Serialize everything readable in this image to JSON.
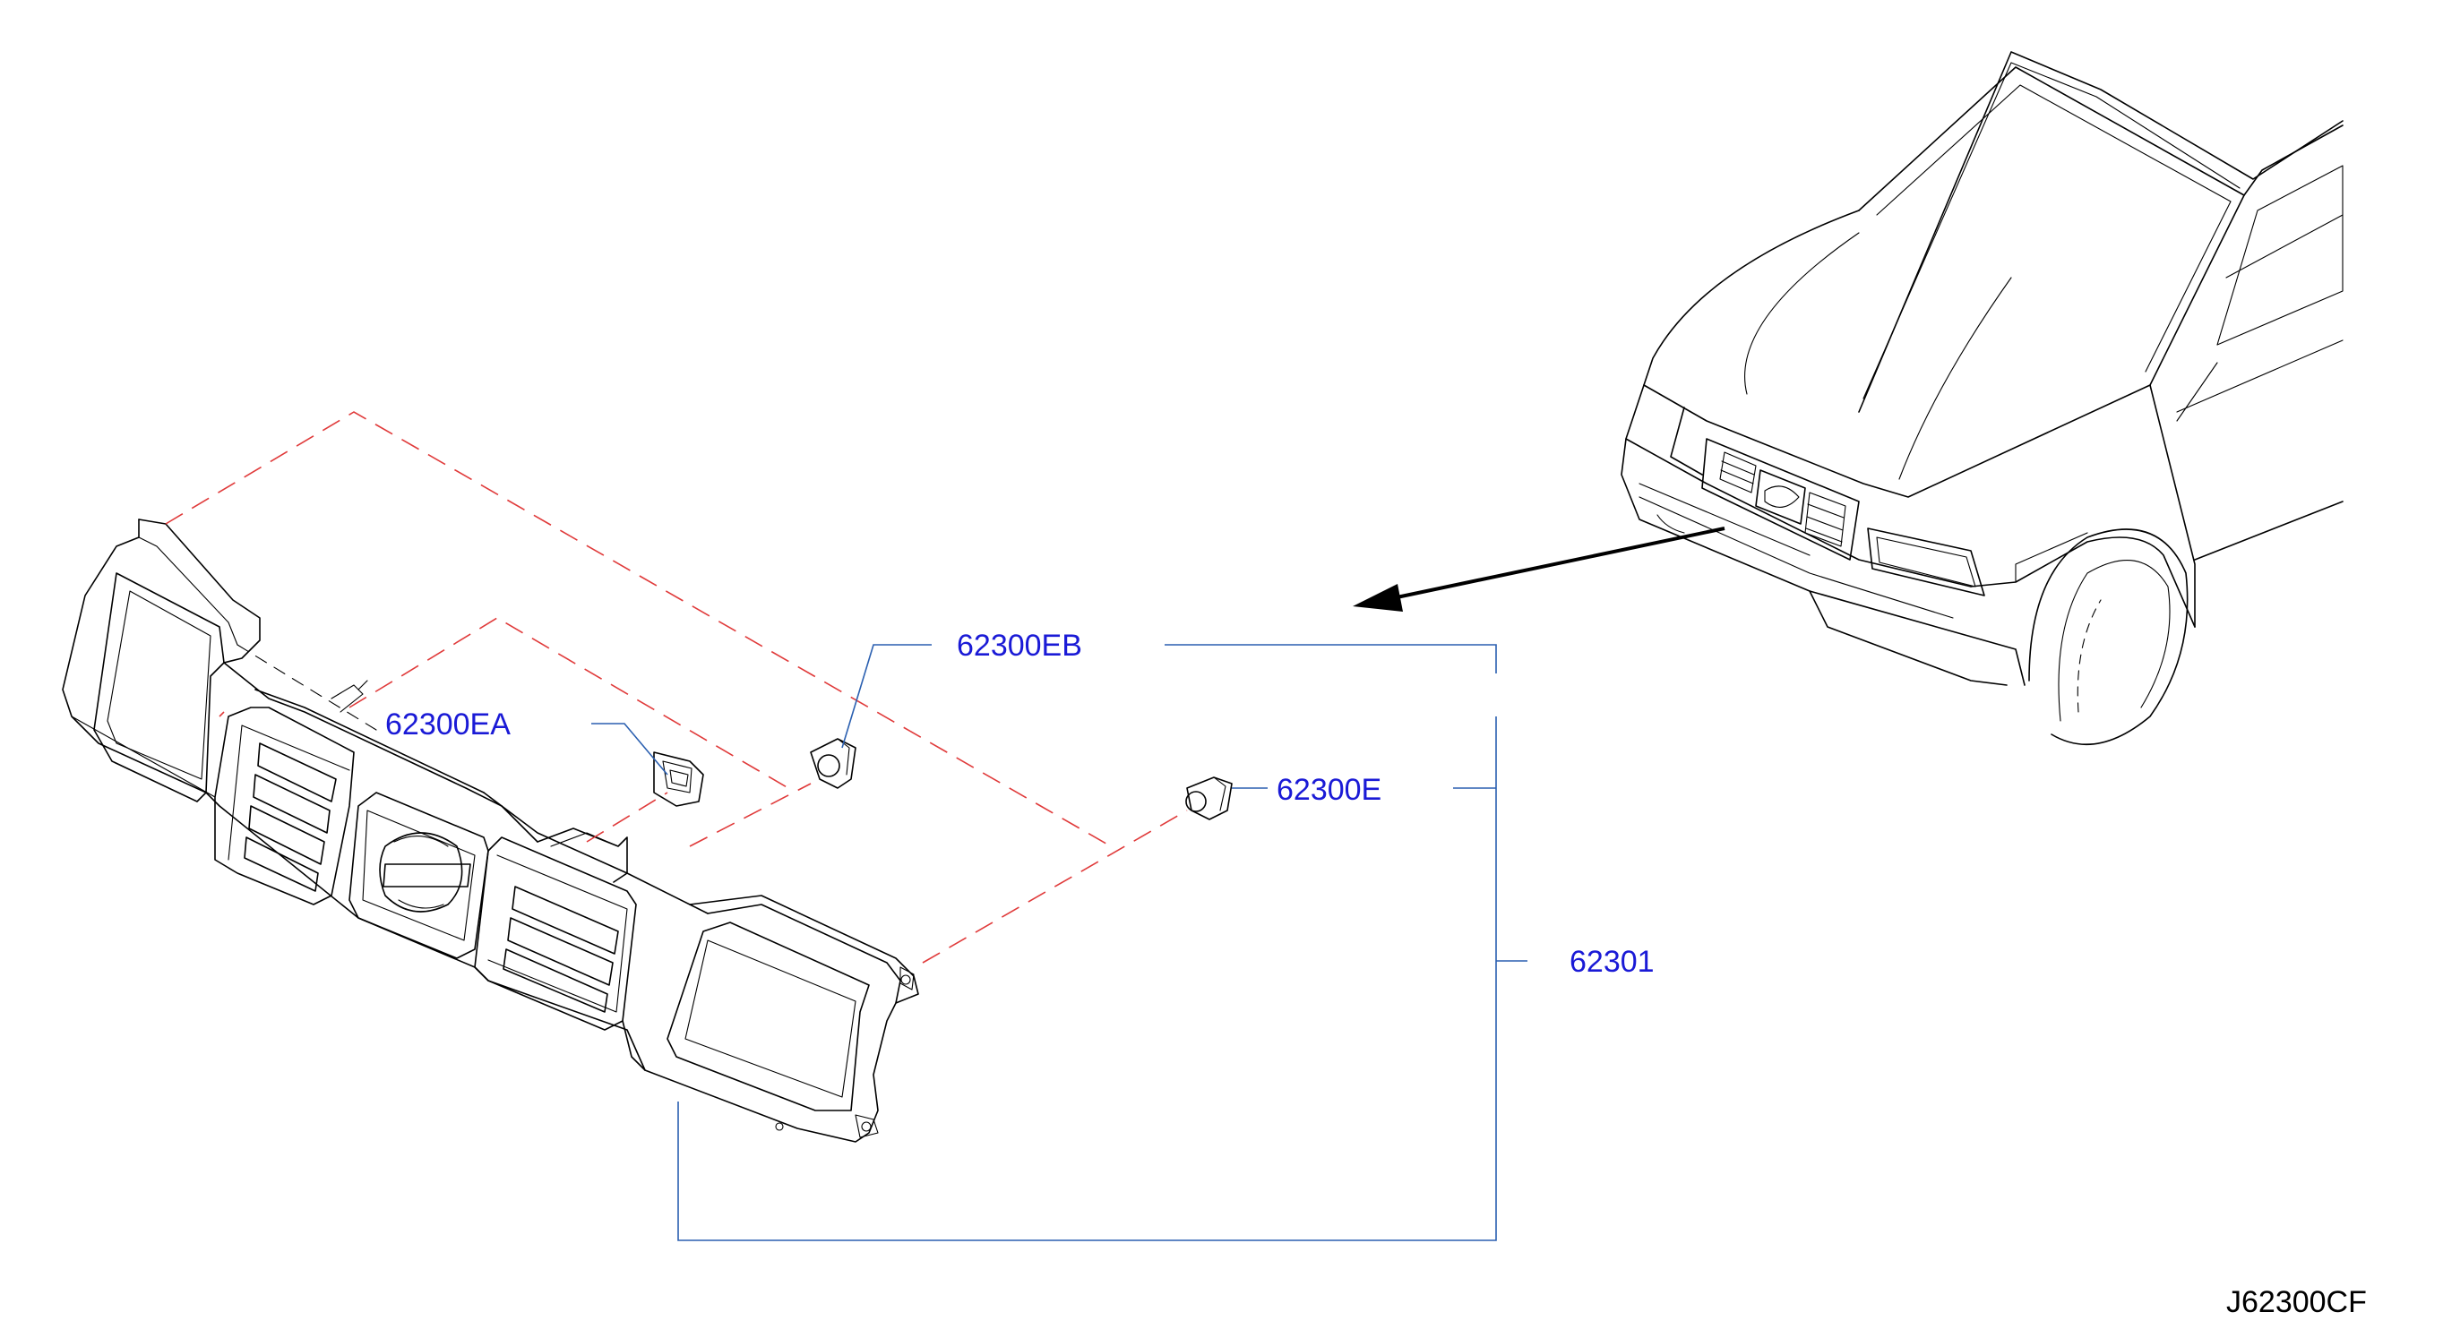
{
  "colors": {
    "label_text": "#1a1ad6",
    "leader_line": "#2a5fb0",
    "dashed_line": "#e03a3a",
    "drawing_line": "#000000",
    "code_text": "#000000"
  },
  "parts": {
    "grille_assembly": "62301",
    "clip_eb": "62300EB",
    "clip_ea": "62300EA",
    "clip_e": "62300E"
  },
  "diagram_code": "J62300CF"
}
